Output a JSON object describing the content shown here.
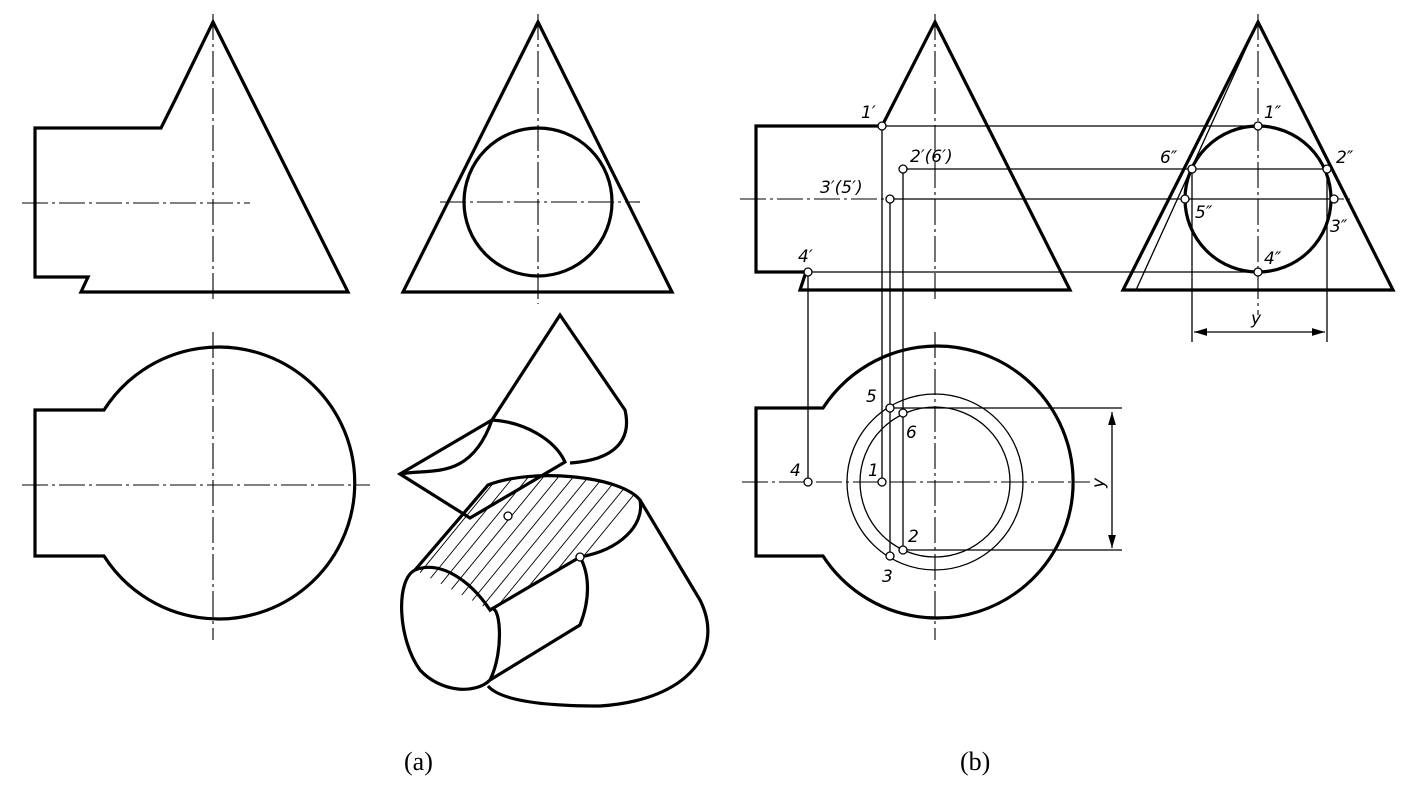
{
  "captions": {
    "a": "(a)",
    "b": "(b)"
  },
  "labels": {
    "p1_front": "1′",
    "p26_front": "2′(6′)",
    "p35_front": "3′(5′)",
    "p4_front": "4′",
    "p1_side": "1″",
    "p2_side": "2″",
    "p6_side": "6″",
    "p5_side": "5″",
    "p3_side": "3″",
    "p4_side": "4″",
    "y_side": "y",
    "p5_top": "5",
    "p6_top": "6",
    "p4_top": "4",
    "p1_top": "1",
    "p2_top": "2",
    "p3_top": "3",
    "y_top": "y"
  }
}
